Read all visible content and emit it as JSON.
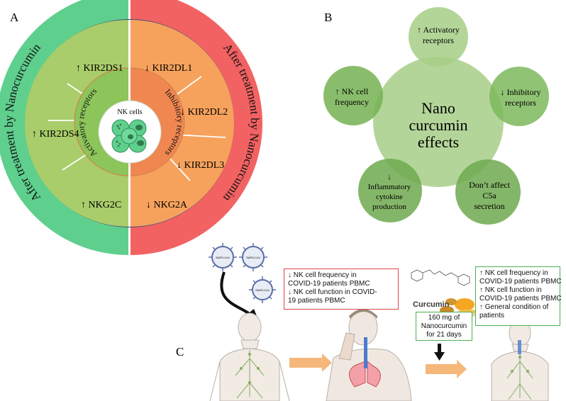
{
  "panel_labels": {
    "a": "A",
    "b": "B",
    "c": "C"
  },
  "panel_a": {
    "left_ring_text": "After treatment by Nanocurcumin",
    "right_ring_text": "After treatment by Nanocurcumin",
    "activatory_label": "Activatory receptors",
    "inhibitory_label": "Inhibitory receptors",
    "center_label": "NK cells",
    "activatory": [
      "↑ KIR2DS1",
      "↑ KIR2DS4",
      "↑ NKG2C"
    ],
    "inhibitory": [
      "↓ KIR2DL1",
      "↓ KIR2DL2",
      "↓ KIR2DL3",
      "↓ NKG2A"
    ],
    "colors": {
      "green_ring": "#5fcf8d",
      "red_ring": "#f26262",
      "green_fill": "#a9cd6a",
      "orange_fill": "#f6a25d"
    }
  },
  "panel_b": {
    "center_line1": "Nano",
    "center_line2": "curcumin",
    "center_line3": "effects",
    "top_line1": "↑ Activatory",
    "top_line2": "receptors",
    "right_line1": "↓ Inhibitory",
    "right_line2": "receptors",
    "left_line1": "↑ NK cell",
    "left_line2": "frequency",
    "bl_line1": "↓",
    "bl_line2": "Inflammatory",
    "bl_line3": "cytokine",
    "bl_line4": "production",
    "br_line1": "Don’t affect",
    "br_line2": "C5a",
    "br_line3": "secretion",
    "colors": {
      "big": "#b0d394",
      "small": "#6fa94f"
    }
  },
  "panel_c": {
    "virus_label": "SARS-CoV",
    "red_box_lines": [
      "↓ NK cell frequency in",
      "COVID-19 patients PBMC",
      "↓ NK cell function in COVID-",
      "19 patients PBMC"
    ],
    "curcumin_label": "Curcumin",
    "dose_lines": [
      "160 mg of",
      "Nanocurcumin",
      "for 21 days"
    ],
    "green_box_lines": [
      "↑ NK cell frequency in",
      "COVID-19 patients PBMC",
      "↑ NK cell function in",
      "COVID-19 patients PBMC",
      "↑ General condition of",
      "patients"
    ]
  }
}
